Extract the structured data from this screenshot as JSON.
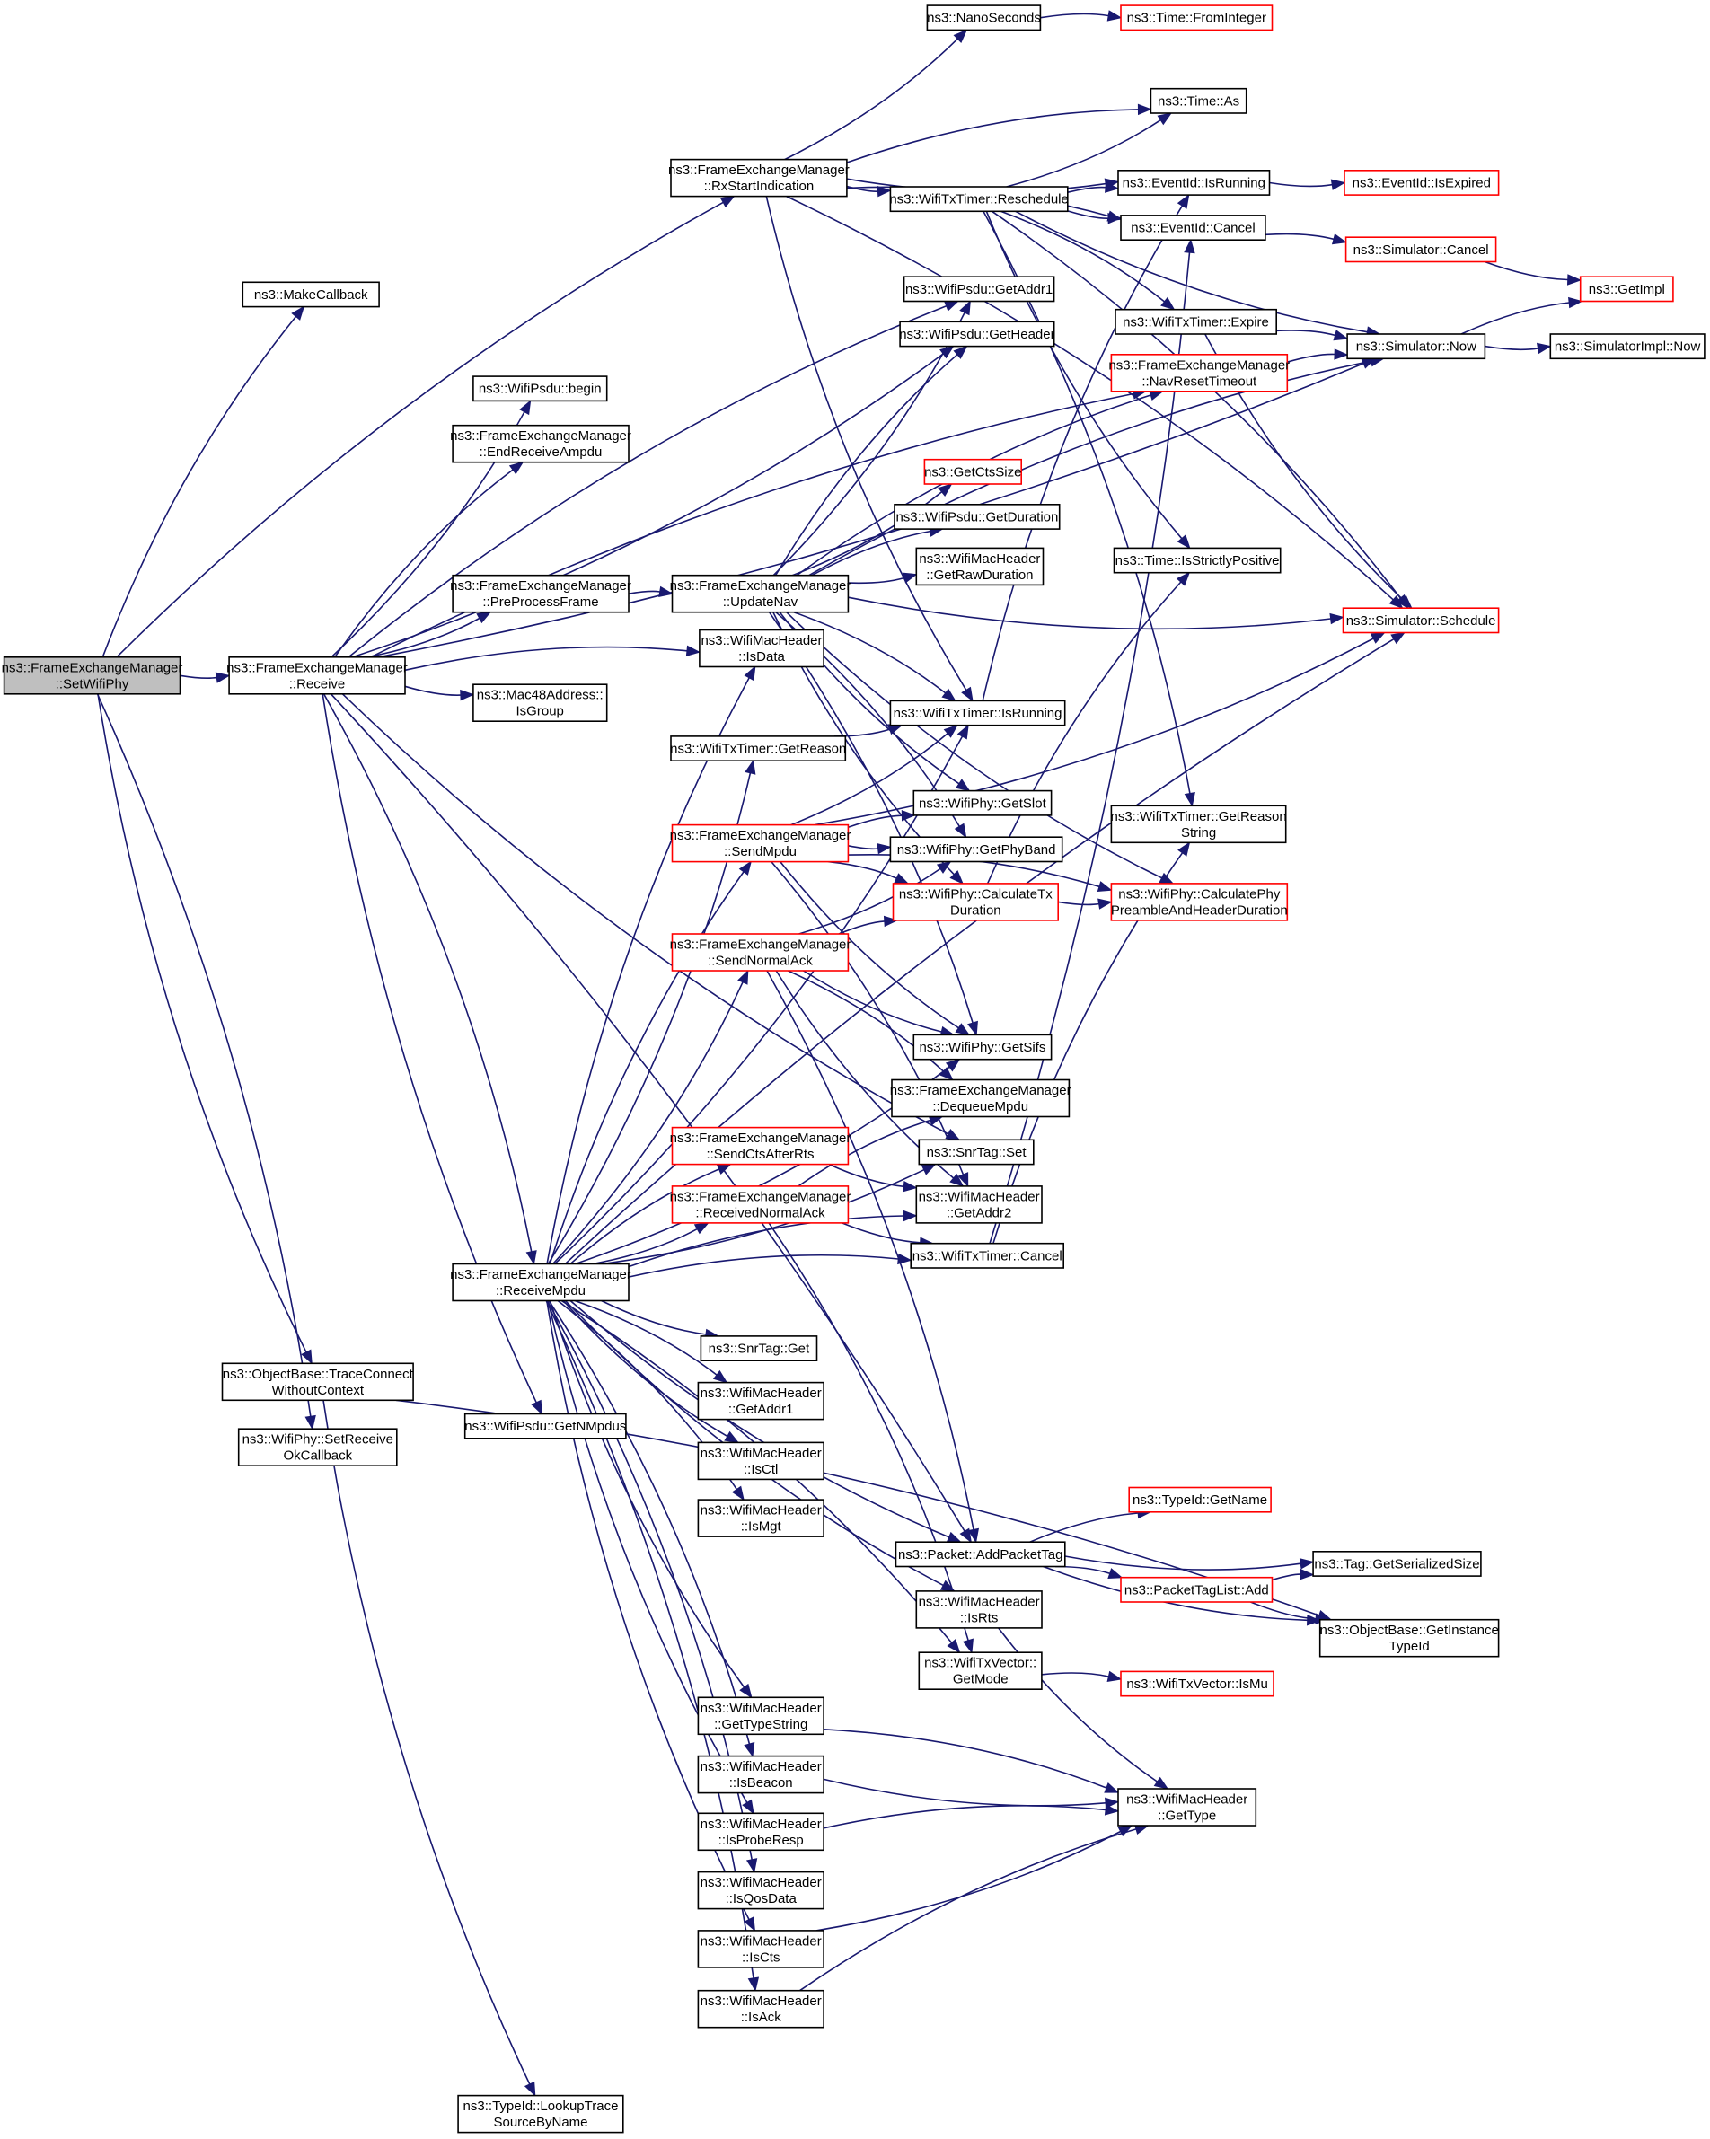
{
  "diagram": {
    "title": "ns3::FrameExchangeManager::SetWifiPhy call graph",
    "colors": {
      "edge": "#191970",
      "node_border": "#000000",
      "node_border_truncated": "#ff0000",
      "root_fill": "#bfbfbf",
      "node_fill": "#ffffff"
    },
    "nodes": [
      {
        "id": "setwifiphy",
        "lines": [
          "ns3::FrameExchangeManager",
          "::SetWifiPhy"
        ],
        "style": "root"
      },
      {
        "id": "makecallback",
        "lines": [
          "ns3::MakeCallback"
        ],
        "style": "normal"
      },
      {
        "id": "receive",
        "lines": [
          "ns3::FrameExchangeManager",
          "::Receive"
        ],
        "style": "normal"
      },
      {
        "id": "traceconnect",
        "lines": [
          "ns3::ObjectBase::TraceConnect",
          "WithoutContext"
        ],
        "style": "normal"
      },
      {
        "id": "setreceiveok",
        "lines": [
          "ns3::WifiPhy::SetReceive",
          "OkCallback"
        ],
        "style": "normal"
      },
      {
        "id": "rxstart",
        "lines": [
          "ns3::FrameExchangeManager",
          "::RxStartIndication"
        ],
        "style": "normal"
      },
      {
        "id": "psdubegin",
        "lines": [
          "ns3::WifiPsdu::begin"
        ],
        "style": "normal"
      },
      {
        "id": "endreceiveampdu",
        "lines": [
          "ns3::FrameExchangeManager",
          "::EndReceiveAmpdu"
        ],
        "style": "normal"
      },
      {
        "id": "preprocess",
        "lines": [
          "ns3::FrameExchangeManager",
          "::PreProcessFrame"
        ],
        "style": "normal"
      },
      {
        "id": "isgroup",
        "lines": [
          "ns3::Mac48Address::",
          "IsGroup"
        ],
        "style": "normal"
      },
      {
        "id": "receivempdu",
        "lines": [
          "ns3::FrameExchangeManager",
          "::ReceiveMpdu"
        ],
        "style": "normal"
      },
      {
        "id": "getnmpdus",
        "lines": [
          "ns3::WifiPsdu::GetNMpdus"
        ],
        "style": "normal"
      },
      {
        "id": "lookuptrace",
        "lines": [
          "ns3::TypeId::LookupTrace",
          "SourceByName"
        ],
        "style": "normal"
      },
      {
        "id": "nanoseconds",
        "lines": [
          "ns3::NanoSeconds"
        ],
        "style": "normal"
      },
      {
        "id": "updatenav",
        "lines": [
          "ns3::FrameExchangeManager",
          "::UpdateNav"
        ],
        "style": "normal"
      },
      {
        "id": "isdata",
        "lines": [
          "ns3::WifiMacHeader",
          "::IsData"
        ],
        "style": "normal"
      },
      {
        "id": "getreason",
        "lines": [
          "ns3::WifiTxTimer::GetReason"
        ],
        "style": "normal"
      },
      {
        "id": "sendmpdu",
        "lines": [
          "ns3::FrameExchangeManager",
          "::SendMpdu"
        ],
        "style": "truncated"
      },
      {
        "id": "sendnormalack",
        "lines": [
          "ns3::FrameExchangeManager",
          "::SendNormalAck"
        ],
        "style": "truncated"
      },
      {
        "id": "sendctsafterrts",
        "lines": [
          "ns3::FrameExchangeManager",
          "::SendCtsAfterRts"
        ],
        "style": "truncated"
      },
      {
        "id": "receivednormalack",
        "lines": [
          "ns3::FrameExchangeManager",
          "::ReceivedNormalAck"
        ],
        "style": "truncated"
      },
      {
        "id": "snrtagget",
        "lines": [
          "ns3::SnrTag::Get"
        ],
        "style": "normal"
      },
      {
        "id": "getaddr1mac",
        "lines": [
          "ns3::WifiMacHeader",
          "::GetAddr1"
        ],
        "style": "normal"
      },
      {
        "id": "isctl",
        "lines": [
          "ns3::WifiMacHeader",
          "::IsCtl"
        ],
        "style": "normal"
      },
      {
        "id": "ismgt",
        "lines": [
          "ns3::WifiMacHeader",
          "::IsMgt"
        ],
        "style": "normal"
      },
      {
        "id": "gettypestring",
        "lines": [
          "ns3::WifiMacHeader",
          "::GetTypeString"
        ],
        "style": "normal"
      },
      {
        "id": "isbeacon",
        "lines": [
          "ns3::WifiMacHeader",
          "::IsBeacon"
        ],
        "style": "normal"
      },
      {
        "id": "isproberesp",
        "lines": [
          "ns3::WifiMacHeader",
          "::IsProbeResp"
        ],
        "style": "normal"
      },
      {
        "id": "isqosdata",
        "lines": [
          "ns3::WifiMacHeader",
          "::IsQosData"
        ],
        "style": "normal"
      },
      {
        "id": "iscts",
        "lines": [
          "ns3::WifiMacHeader",
          "::IsCts"
        ],
        "style": "normal"
      },
      {
        "id": "isack",
        "lines": [
          "ns3::WifiMacHeader",
          "::IsAck"
        ],
        "style": "normal"
      },
      {
        "id": "reschedule",
        "lines": [
          "ns3::WifiTxTimer::Reschedule"
        ],
        "style": "normal"
      },
      {
        "id": "psdugetaddr1",
        "lines": [
          "ns3::WifiPsdu::GetAddr1"
        ],
        "style": "normal"
      },
      {
        "id": "psdugetheader",
        "lines": [
          "ns3::WifiPsdu::GetHeader"
        ],
        "style": "normal"
      },
      {
        "id": "getctssize",
        "lines": [
          "ns3::GetCtsSize"
        ],
        "style": "truncated"
      },
      {
        "id": "psdugetduration",
        "lines": [
          "ns3::WifiPsdu::GetDuration"
        ],
        "style": "normal"
      },
      {
        "id": "getrawduration",
        "lines": [
          "ns3::WifiMacHeader",
          "::GetRawDuration"
        ],
        "style": "normal"
      },
      {
        "id": "txtimerisrunning",
        "lines": [
          "ns3::WifiTxTimer::IsRunning"
        ],
        "style": "normal"
      },
      {
        "id": "getslot",
        "lines": [
          "ns3::WifiPhy::GetSlot"
        ],
        "style": "normal"
      },
      {
        "id": "getphyband",
        "lines": [
          "ns3::WifiPhy::GetPhyBand"
        ],
        "style": "normal"
      },
      {
        "id": "calctxduration",
        "lines": [
          "ns3::WifiPhy::CalculateTx",
          "Duration"
        ],
        "style": "truncated"
      },
      {
        "id": "getsifs",
        "lines": [
          "ns3::WifiPhy::GetSifs"
        ],
        "style": "normal"
      },
      {
        "id": "dequeuempdu",
        "lines": [
          "ns3::FrameExchangeManager",
          "::DequeueMpdu"
        ],
        "style": "normal"
      },
      {
        "id": "snrtagset",
        "lines": [
          "ns3::SnrTag::Set"
        ],
        "style": "normal"
      },
      {
        "id": "getaddr2",
        "lines": [
          "ns3::WifiMacHeader",
          "::GetAddr2"
        ],
        "style": "normal"
      },
      {
        "id": "txtimercancel",
        "lines": [
          "ns3::WifiTxTimer::Cancel"
        ],
        "style": "normal"
      },
      {
        "id": "addpackettag",
        "lines": [
          "ns3::Packet::AddPacketTag"
        ],
        "style": "normal"
      },
      {
        "id": "isrts",
        "lines": [
          "ns3::WifiMacHeader",
          "::IsRts"
        ],
        "style": "normal"
      },
      {
        "id": "getmode",
        "lines": [
          "ns3::WifiTxVector::",
          "GetMode"
        ],
        "style": "normal"
      },
      {
        "id": "fromint",
        "lines": [
          "ns3::Time::FromInteger"
        ],
        "style": "truncated"
      },
      {
        "id": "timeas",
        "lines": [
          "ns3::Time::As"
        ],
        "style": "normal"
      },
      {
        "id": "evisrunning",
        "lines": [
          "ns3::EventId::IsRunning"
        ],
        "style": "normal"
      },
      {
        "id": "evcancel",
        "lines": [
          "ns3::EventId::Cancel"
        ],
        "style": "normal"
      },
      {
        "id": "expire",
        "lines": [
          "ns3::WifiTxTimer::Expire"
        ],
        "style": "normal"
      },
      {
        "id": "navreset",
        "lines": [
          "ns3::FrameExchangeManager",
          "::NavResetTimeout"
        ],
        "style": "truncated"
      },
      {
        "id": "strictlypos",
        "lines": [
          "ns3::Time::IsStrictlyPositive"
        ],
        "style": "normal"
      },
      {
        "id": "getreasonstring",
        "lines": [
          "ns3::WifiTxTimer::GetReason",
          "String"
        ],
        "style": "normal"
      },
      {
        "id": "calcpreamble",
        "lines": [
          "ns3::WifiPhy::CalculatePhy",
          "PreambleAndHeaderDuration"
        ],
        "style": "truncated"
      },
      {
        "id": "gettypename",
        "lines": [
          "ns3::TypeId::GetName"
        ],
        "style": "truncated"
      },
      {
        "id": "packettaglistadd",
        "lines": [
          "ns3::PacketTagList::Add"
        ],
        "style": "truncated"
      },
      {
        "id": "ismu",
        "lines": [
          "ns3::WifiTxVector::IsMu"
        ],
        "style": "truncated"
      },
      {
        "id": "gettype",
        "lines": [
          "ns3::WifiMacHeader",
          "::GetType"
        ],
        "style": "normal"
      },
      {
        "id": "isexpired",
        "lines": [
          "ns3::EventId::IsExpired"
        ],
        "style": "truncated"
      },
      {
        "id": "simcancel",
        "lines": [
          "ns3::Simulator::Cancel"
        ],
        "style": "truncated"
      },
      {
        "id": "simnow",
        "lines": [
          "ns3::Simulator::Now"
        ],
        "style": "normal"
      },
      {
        "id": "simschedule",
        "lines": [
          "ns3::Simulator::Schedule"
        ],
        "style": "truncated"
      },
      {
        "id": "getimpl",
        "lines": [
          "ns3::GetImpl"
        ],
        "style": "truncated"
      },
      {
        "id": "simimplnow",
        "lines": [
          "ns3::SimulatorImpl::Now"
        ],
        "style": "normal"
      },
      {
        "id": "tagserial",
        "lines": [
          "ns3::Tag::GetSerializedSize"
        ],
        "style": "normal"
      },
      {
        "id": "getinstancetypeid",
        "lines": [
          "ns3::ObjectBase::GetInstance",
          "TypeId"
        ],
        "style": "normal"
      }
    ],
    "edges": [
      [
        "setwifiphy",
        "makecallback"
      ],
      [
        "setwifiphy",
        "receive"
      ],
      [
        "setwifiphy",
        "rxstart"
      ],
      [
        "setwifiphy",
        "traceconnect"
      ],
      [
        "setwifiphy",
        "setreceiveok"
      ],
      [
        "receive",
        "psdubegin"
      ],
      [
        "receive",
        "endreceiveampdu"
      ],
      [
        "receive",
        "preprocess"
      ],
      [
        "receive",
        "isdata"
      ],
      [
        "receive",
        "isgroup"
      ],
      [
        "receive",
        "receivempdu"
      ],
      [
        "receive",
        "getnmpdus"
      ],
      [
        "receive",
        "psdugetaddr1"
      ],
      [
        "receive",
        "psdugetheader"
      ],
      [
        "receive",
        "navreset"
      ],
      [
        "receive",
        "simnow"
      ],
      [
        "receive",
        "addpackettag"
      ],
      [
        "receive",
        "snrtagset"
      ],
      [
        "preprocess",
        "updatenav"
      ],
      [
        "traceconnect",
        "lookuptrace"
      ],
      [
        "traceconnect",
        "getinstancetypeid"
      ],
      [
        "rxstart",
        "nanoseconds"
      ],
      [
        "rxstart",
        "timeas"
      ],
      [
        "rxstart",
        "evisrunning"
      ],
      [
        "rxstart",
        "evcancel"
      ],
      [
        "rxstart",
        "reschedule"
      ],
      [
        "rxstart",
        "simschedule"
      ],
      [
        "rxstart",
        "txtimerisrunning"
      ],
      [
        "nanoseconds",
        "fromint"
      ],
      [
        "reschedule",
        "timeas"
      ],
      [
        "reschedule",
        "evisrunning"
      ],
      [
        "reschedule",
        "evcancel"
      ],
      [
        "reschedule",
        "expire"
      ],
      [
        "reschedule",
        "simnow"
      ],
      [
        "reschedule",
        "simschedule"
      ],
      [
        "reschedule",
        "strictlypos"
      ],
      [
        "reschedule",
        "getreasonstring"
      ],
      [
        "evisrunning",
        "isexpired"
      ],
      [
        "evcancel",
        "simcancel"
      ],
      [
        "simcancel",
        "getimpl"
      ],
      [
        "simnow",
        "getimpl"
      ],
      [
        "simnow",
        "simimplnow"
      ],
      [
        "expire",
        "simnow"
      ],
      [
        "expire",
        "simschedule"
      ],
      [
        "navreset",
        "simnow"
      ],
      [
        "updatenav",
        "psdugetaddr1"
      ],
      [
        "updatenav",
        "psdugetheader"
      ],
      [
        "updatenav",
        "getctssize"
      ],
      [
        "updatenav",
        "psdugetduration"
      ],
      [
        "updatenav",
        "getrawduration"
      ],
      [
        "updatenav",
        "navreset"
      ],
      [
        "updatenav",
        "simschedule"
      ],
      [
        "updatenav",
        "txtimerisrunning"
      ],
      [
        "updatenav",
        "getslot"
      ],
      [
        "updatenav",
        "getphyband"
      ],
      [
        "updatenav",
        "calctxduration"
      ],
      [
        "updatenav",
        "getsifs"
      ],
      [
        "updatenav",
        "calcpreamble"
      ],
      [
        "updatenav",
        "simnow"
      ],
      [
        "getreason",
        "txtimerisrunning"
      ],
      [
        "txtimerisrunning",
        "evisrunning"
      ],
      [
        "sendmpdu",
        "txtimerisrunning"
      ],
      [
        "sendmpdu",
        "getslot"
      ],
      [
        "sendmpdu",
        "getphyband"
      ],
      [
        "sendmpdu",
        "calctxduration"
      ],
      [
        "sendmpdu",
        "getsifs"
      ],
      [
        "sendmpdu",
        "calcpreamble"
      ],
      [
        "sendmpdu",
        "simschedule"
      ],
      [
        "sendmpdu",
        "getaddr2"
      ],
      [
        "sendnormalack",
        "getphyband"
      ],
      [
        "sendnormalack",
        "calctxduration"
      ],
      [
        "sendnormalack",
        "getsifs"
      ],
      [
        "sendnormalack",
        "dequeuempdu"
      ],
      [
        "sendnormalack",
        "getaddr2"
      ],
      [
        "sendnormalack",
        "addpackettag"
      ],
      [
        "calctxduration",
        "calcpreamble"
      ],
      [
        "calctxduration",
        "strictlypos"
      ],
      [
        "sendctsafterrts",
        "getaddr2"
      ],
      [
        "receivednormalack",
        "dequeuempdu"
      ],
      [
        "receivednormalack",
        "txtimercancel"
      ],
      [
        "receivednormalack",
        "getmode"
      ],
      [
        "txtimercancel",
        "evcancel"
      ],
      [
        "txtimercancel",
        "getreasonstring"
      ],
      [
        "receivempdu",
        "getreason"
      ],
      [
        "receivempdu",
        "sendmpdu"
      ],
      [
        "receivempdu",
        "sendnormalack"
      ],
      [
        "receivempdu",
        "sendctsafterrts"
      ],
      [
        "receivempdu",
        "receivednormalack"
      ],
      [
        "receivempdu",
        "txtimercancel"
      ],
      [
        "receivempdu",
        "snrtagget"
      ],
      [
        "receivempdu",
        "getaddr1mac"
      ],
      [
        "receivempdu",
        "isctl"
      ],
      [
        "receivempdu",
        "ismgt"
      ],
      [
        "receivempdu",
        "gettypestring"
      ],
      [
        "receivempdu",
        "isbeacon"
      ],
      [
        "receivempdu",
        "isproberesp"
      ],
      [
        "receivempdu",
        "isqosdata"
      ],
      [
        "receivempdu",
        "iscts"
      ],
      [
        "receivempdu",
        "isack"
      ],
      [
        "receivempdu",
        "isrts"
      ],
      [
        "receivempdu",
        "getmode"
      ],
      [
        "receivempdu",
        "addpackettag"
      ],
      [
        "receivempdu",
        "isdata"
      ],
      [
        "receivempdu",
        "txtimerisrunning"
      ],
      [
        "receivempdu",
        "simschedule"
      ],
      [
        "receivempdu",
        "getsifs"
      ],
      [
        "receivempdu",
        "getaddr2"
      ],
      [
        "receivempdu",
        "snrtagset"
      ],
      [
        "addpackettag",
        "gettypename"
      ],
      [
        "addpackettag",
        "tagserial"
      ],
      [
        "addpackettag",
        "packettaglistadd"
      ],
      [
        "addpackettag",
        "getinstancetypeid"
      ],
      [
        "packettaglistadd",
        "tagserial"
      ],
      [
        "packettaglistadd",
        "getinstancetypeid"
      ],
      [
        "getmode",
        "ismu"
      ],
      [
        "isrts",
        "gettype"
      ],
      [
        "gettypestring",
        "gettype"
      ],
      [
        "isbeacon",
        "gettype"
      ],
      [
        "isproberesp",
        "gettype"
      ],
      [
        "iscts",
        "gettype"
      ],
      [
        "isack",
        "gettype"
      ]
    ]
  }
}
